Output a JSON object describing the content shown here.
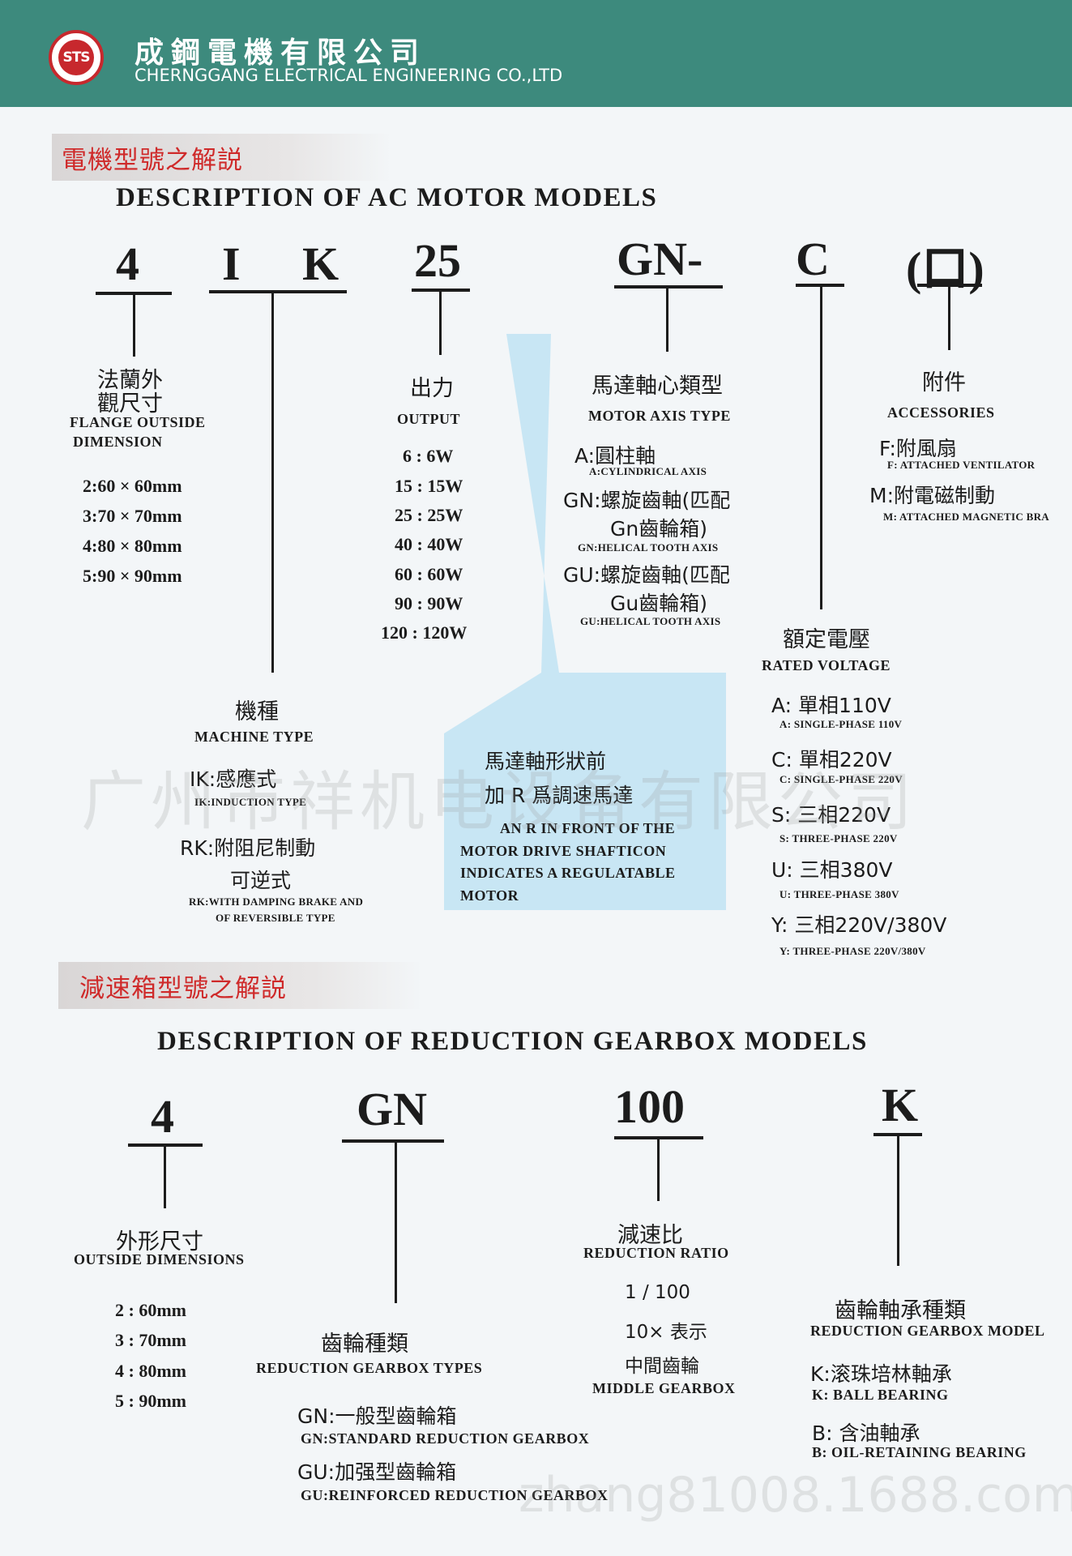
{
  "header": {
    "logo_text": "STS",
    "company_cn": "成鋼電機有限公司",
    "company_en": "CHERNGGANG ELECTRICAL ENGINEERING CO.,LTD"
  },
  "colors": {
    "header_bg": "#3d8a7d",
    "ribbon_red": "#cf2a2a",
    "logo_red": "#c7282d",
    "highlight_blue": "#c8e6f4"
  },
  "motor": {
    "section_cn": "電機型號之解説",
    "section_en": "DESCRIPTION  OF  AC  MOTOR  MODELS",
    "codes": {
      "c4": "4",
      "cI": "I",
      "cK": "K",
      "c25": "25",
      "cGN": "GN-",
      "cC": "C",
      "cBox": "(口)"
    },
    "flange": {
      "cn1": "法蘭外",
      "cn2": "觀尺寸",
      "en1": "FLANGE  OUTSIDE",
      "en2": "DIMENSION",
      "values": [
        "2:60 × 60mm",
        "3:70 × 70mm",
        "4:80 × 80mm",
        "5:90 × 90mm"
      ]
    },
    "output": {
      "cn": "出力",
      "en": "OUTPUT",
      "values": [
        "6 : 6W",
        "15 : 15W",
        "25 : 25W",
        "40 : 40W",
        "60 : 60W",
        "90 : 90W",
        "120 : 120W"
      ]
    },
    "axis": {
      "cn": "馬達軸心類型",
      "en": "MOTOR AXIS TYPE",
      "a_cn": "A:圓柱軸",
      "a_en": "A:CYLINDRICAL AXIS",
      "gn_cn1": "GN:螺旋齒軸(匹配",
      "gn_cn2": "Gn齒輪箱)",
      "gn_en": "GN:HELICAL TOOTH AXIS",
      "gu_cn1": "GU:螺旋齒軸(匹配",
      "gu_cn2": "Gu齒輪箱)",
      "gu_en": "GU:HELICAL TOOTH AXIS"
    },
    "accessories": {
      "cn": "附件",
      "en": "ACCESSORIES",
      "f_cn": "F:附風扇",
      "f_en": "F: ATTACHED VENTILATOR",
      "m_cn": "M:附電磁制動",
      "m_en": "M: ATTACHED MAGNETIC BRA"
    },
    "voltage": {
      "cn": "額定電壓",
      "en": "RATED VOLTAGE",
      "a_cn": "A: 單相110V",
      "a_en": "A: SINGLE-PHASE 110V",
      "c_cn": "C: 單相220V",
      "c_en": "C: SINGLE-PHASE 220V",
      "s_cn": "S: 三相220V",
      "s_en": "S: THREE-PHASE 220V",
      "u_cn": "U: 三相380V",
      "u_en": "U: THREE-PHASE 380V",
      "y_cn": "Y: 三相220V/380V",
      "y_en": "Y: THREE-PHASE 220V/380V"
    },
    "machine": {
      "cn": "機種",
      "en": "MACHINE TYPE",
      "ik_cn": "IK:感應式",
      "ik_en": "IK:INDUCTION TYPE",
      "rk_cn1": "RK:附阻尼制動",
      "rk_cn2": "可逆式",
      "rk_en1": "RK:WITH DAMPING BRAKE AND",
      "rk_en2": "OF  REVERSIBLE TYPE"
    },
    "note": {
      "cn1": "馬達軸形狀前",
      "cn2": "加 R 爲調速馬達",
      "en1": "AN R IN FRONT OF THE",
      "en2": "MOTOR DRIVE SHAFTICON",
      "en3": "INDICATES A REGULATABLE",
      "en4": "MOTOR"
    }
  },
  "gearbox": {
    "section_cn": "減速箱型號之解説",
    "section_en": "DESCRIPTION  OF   REDUCTION GEARBOX  MODELS",
    "codes": {
      "c4": "4",
      "cGN": "GN",
      "c100": "100",
      "cK": "K"
    },
    "outside": {
      "cn": "外形尺寸",
      "en": "OUTSIDE  DIMENSIONS",
      "values": [
        "2 : 60mm",
        "3 : 70mm",
        "4 : 80mm",
        "5 : 90mm"
      ]
    },
    "types": {
      "cn": "齒輪種類",
      "en": "REDUCTION GEARBOX TYPES",
      "gn_cn": "GN:一般型齒輪箱",
      "gn_en": "GN:STANDARD REDUCTION GEARBOX",
      "gu_cn": "GU:加强型齒輪箱",
      "gu_en": "GU:REINFORCED REDUCTION GEARBOX"
    },
    "ratio": {
      "cn": "減速比",
      "en": "REDUCTION  RATIO",
      "v1": "1 / 100",
      "v2": "10× 表示",
      "v3": "中間齒輪",
      "en2": "MIDDLE  GEARBOX"
    },
    "bearing": {
      "cn": "齒輪軸承種類",
      "en": "REDUCTION GEARBOX  MODEL",
      "k_cn": "K:滚珠培林軸承",
      "k_en": "K:  BALL BEARING",
      "b_cn": "B: 含油軸承",
      "b_en": "B:  OIL-RETAINING  BEARING"
    }
  },
  "watermarks": {
    "w1": "广州市祥机电设备有限公司",
    "w2": "zhang81008.1688.com"
  }
}
